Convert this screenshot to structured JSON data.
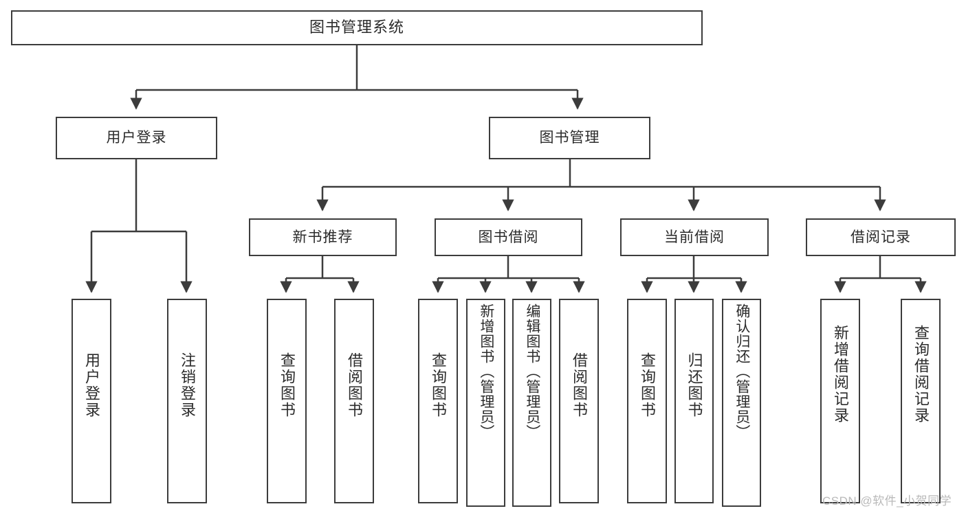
{
  "diagram": {
    "title": "图书管理系统",
    "type": "hierarchy-tree",
    "watermark": "CSDN @软件_小贺同学",
    "colors": {
      "stroke": "#3c3c3c",
      "fill": "#ffffff",
      "text": "#2b2b2b",
      "watermark": "#b9b9b9"
    },
    "root": {
      "label": "图书管理系统"
    },
    "level2": [
      {
        "label": "用户登录"
      },
      {
        "label": "图书管理"
      }
    ],
    "level3": [
      {
        "label": "新书推荐"
      },
      {
        "label": "图书借阅"
      },
      {
        "label": "当前借阅"
      },
      {
        "label": "借阅记录"
      }
    ],
    "leaves": {
      "user_login": [
        {
          "label": "用户登录"
        },
        {
          "label": "注销登录"
        }
      ],
      "new_book_recommend": [
        {
          "label": "查询图书"
        },
        {
          "label": "借阅图书"
        }
      ],
      "book_borrow": [
        {
          "label": "查询图书"
        },
        {
          "label": "新增图书（管理员）"
        },
        {
          "label": "编辑图书（管理员）"
        },
        {
          "label": "借阅图书"
        }
      ],
      "current_borrow": [
        {
          "label": "查询图书"
        },
        {
          "label": "归还图书"
        },
        {
          "label": "确认归还（管理员）"
        }
      ],
      "borrow_record": [
        {
          "label": "新增借阅记录"
        },
        {
          "label": "查询借阅记录"
        }
      ]
    }
  }
}
